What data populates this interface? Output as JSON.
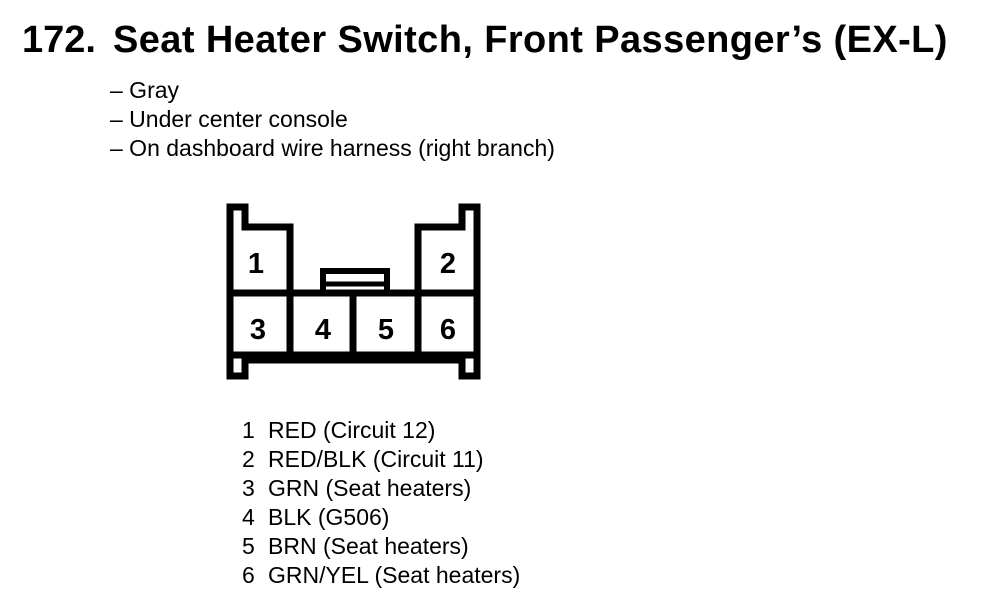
{
  "colors": {
    "ink": "#000000",
    "paper": "#ffffff"
  },
  "header": {
    "number": "172.",
    "title": "Seat Heater Switch, Front Passenger’s (EX-L)",
    "bullets": [
      "– Gray",
      "– Under center console",
      "– On dashboard wire harness (right branch)"
    ]
  },
  "connector": {
    "description": "6-pin connector, front view: pins 1 and 2 in upper corners, pins 3-6 across bottom row, center latch tab",
    "pins": [
      "1",
      "2",
      "3",
      "4",
      "5",
      "6"
    ]
  },
  "legend": {
    "items": [
      {
        "num": "1",
        "label": "RED (Circuit 12)"
      },
      {
        "num": "2",
        "label": "RED/BLK (Circuit 11)"
      },
      {
        "num": "3",
        "label": "GRN (Seat heaters)"
      },
      {
        "num": "4",
        "label": "BLK (G506)"
      },
      {
        "num": "5",
        "label": "BRN (Seat heaters)"
      },
      {
        "num": "6",
        "label": "GRN/YEL (Seat heaters)"
      }
    ]
  }
}
